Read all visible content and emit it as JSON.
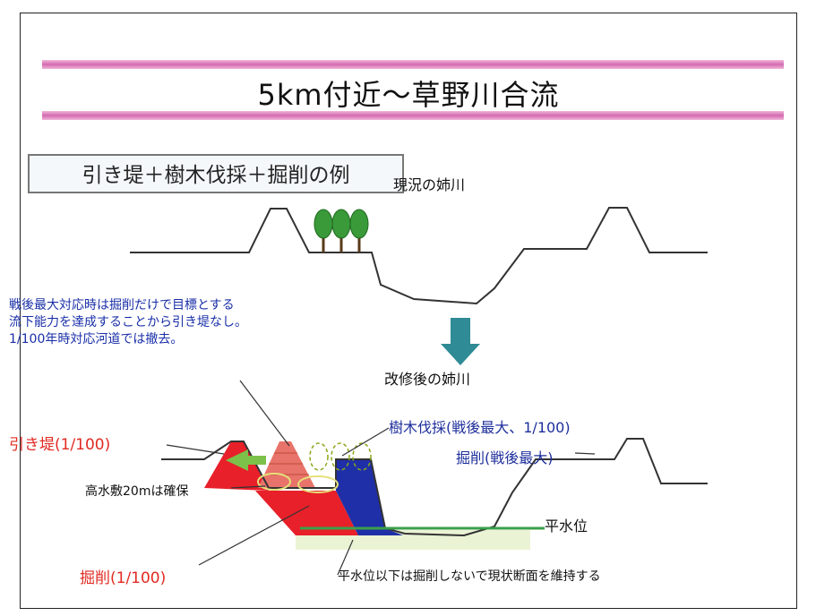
{
  "slide": {
    "title": "5km付近～草野川合流",
    "box_label": "引き堤＋樹木伐採＋掘削の例",
    "current_river_label": "現況の姉川",
    "improved_river_label": "改修後の姉川",
    "note": "戦後最大対応時は掘削だけで目標とする\n流下能力を達成することから引き堤なし。\n1/100年時対応河道では撤去。",
    "levee_label": "引き堤(1/100)",
    "tree_cut_label": "樹木伐採(戦後最大、1/100)",
    "excavation_postwar_label": "掘削(戦後最大)",
    "bench_label": "高水敷20mは確保",
    "water_level_label": "平水位",
    "excavation_100_label": "掘削(1/100)",
    "keep_section_label": "平水位以下は掘削しないで現状断面を維持する"
  },
  "colors": {
    "title_band": "#d46ab0",
    "note_text": "#1a2fa8",
    "red_label": "#e12a22",
    "levee_fill": "#e8202a",
    "excavation_blue": "#1f2fa8",
    "tree_green": "#3a9a3a",
    "water_line": "#3aa04a",
    "arrow_teal": "#2f8b95"
  },
  "icons": [
    "tree-icon",
    "down-arrow-icon",
    "left-arrow-icon",
    "cut-tree-icon"
  ]
}
